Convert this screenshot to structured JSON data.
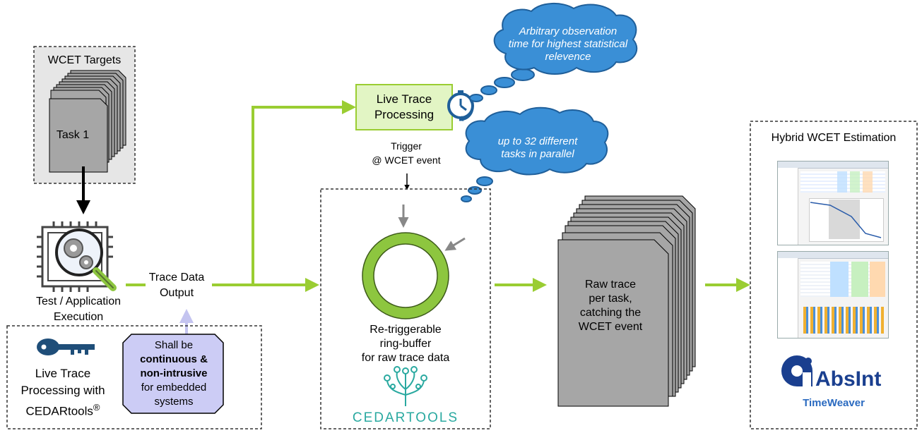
{
  "wcet_targets": {
    "title": "WCET Targets",
    "task_label": "Task 1"
  },
  "execution": {
    "label_line1": "Test / Application",
    "label_line2": "Execution"
  },
  "trace_output": {
    "line1": "Trace Data",
    "line2": "Output"
  },
  "cedartools_box": {
    "line1": "Live Trace",
    "line2": "Processing with",
    "line3": "CEDARtools",
    "registered": "®"
  },
  "requirement": {
    "line1": "Shall be",
    "line2": "continuous &",
    "line3": "non-intrusive",
    "line4": "for embedded",
    "line5": "systems"
  },
  "live_trace": {
    "line1": "Live Trace",
    "line2": "Processing"
  },
  "trigger": {
    "line1": "Trigger",
    "line2": "@ WCET event"
  },
  "cloud_observation": {
    "line1": "Arbitrary observation",
    "line2": "time for highest statistical",
    "line3": "relevence"
  },
  "cloud_tasks": {
    "line1": "up to 32 different",
    "line2": "tasks in parallel"
  },
  "ring_buffer": {
    "line1": "Re-triggerable",
    "line2": "ring-buffer",
    "line3": "for raw trace data"
  },
  "cedartools_logo": "CEDARTOOLS",
  "raw_trace": {
    "line1": "Raw trace",
    "line2": "per task,",
    "line3": "catching the",
    "line4": "WCET event"
  },
  "hybrid": {
    "title": "Hybrid WCET Estimation"
  },
  "absint": {
    "brand": "AbsInt",
    "product": "TimeWeaver"
  },
  "colors": {
    "arrow_green": "#9acd32",
    "ring_green": "#8dc63f",
    "cloud_blue": "#3a8fd6",
    "cloud_stroke": "#1f5f9a",
    "requirement_fill": "#ccccf5",
    "live_trace_fill": "#e2f5c4",
    "document_gray": "#a6a6a6",
    "absint_blue": "#1a3f8f"
  }
}
